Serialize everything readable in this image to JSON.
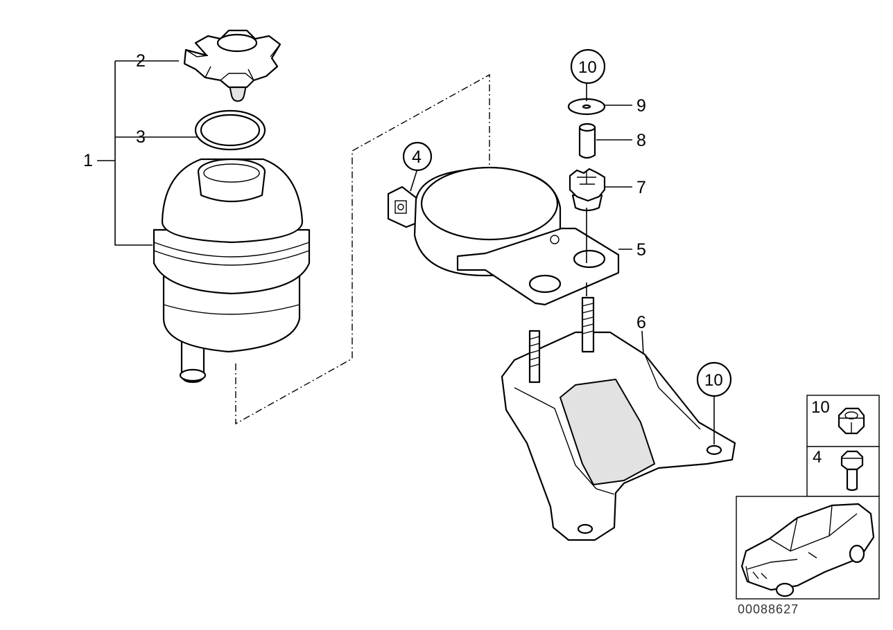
{
  "callouts": {
    "c1": "1",
    "c2": "2",
    "c3": "3",
    "c4": "4",
    "c5": "5",
    "c6": "6",
    "c7": "7",
    "c8": "8",
    "c9": "9",
    "c10_top": "10",
    "c10_bracket": "10"
  },
  "legend": {
    "nut_label": "10",
    "bolt_label": "4"
  },
  "drawing_number": "00088627",
  "icons": [
    "reservoir-icon",
    "cap-icon",
    "o-ring-icon",
    "clamp-icon",
    "bracket-icon",
    "grommet-icon",
    "sleeve-icon",
    "washer-icon",
    "nut-icon",
    "bolt-icon",
    "car-icon"
  ]
}
